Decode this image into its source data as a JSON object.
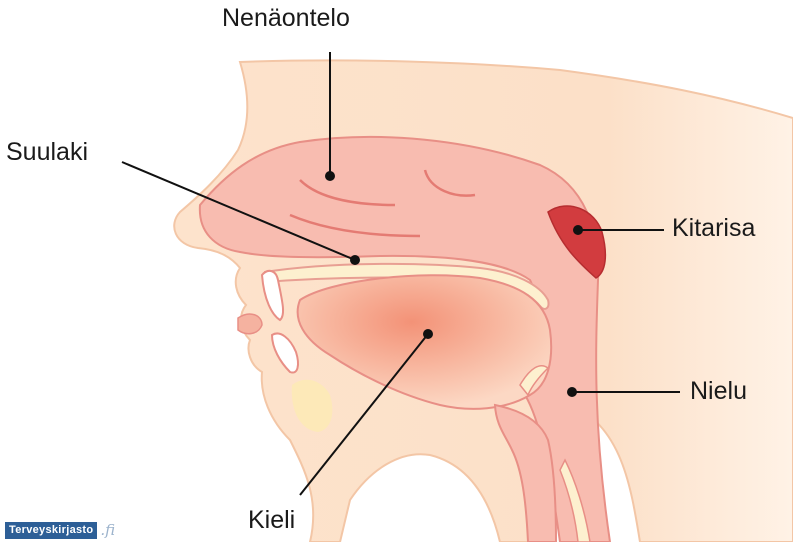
{
  "labels": {
    "nasal_cavity": "Nenäontelo",
    "palate": "Suulaki",
    "adenoid": "Kitarisa",
    "pharynx": "Nielu",
    "tongue": "Kieli"
  },
  "logo": {
    "main": "Terveyskirjasto",
    "suffix": ".fi"
  },
  "colors": {
    "skin": "#fce0c8",
    "cavity": "#f7b5aa",
    "tongue": "#f6a58a",
    "adenoid": "#d23c3f",
    "palate_bone": "#fdf0cf",
    "logo_blue": "#2d5f97"
  }
}
